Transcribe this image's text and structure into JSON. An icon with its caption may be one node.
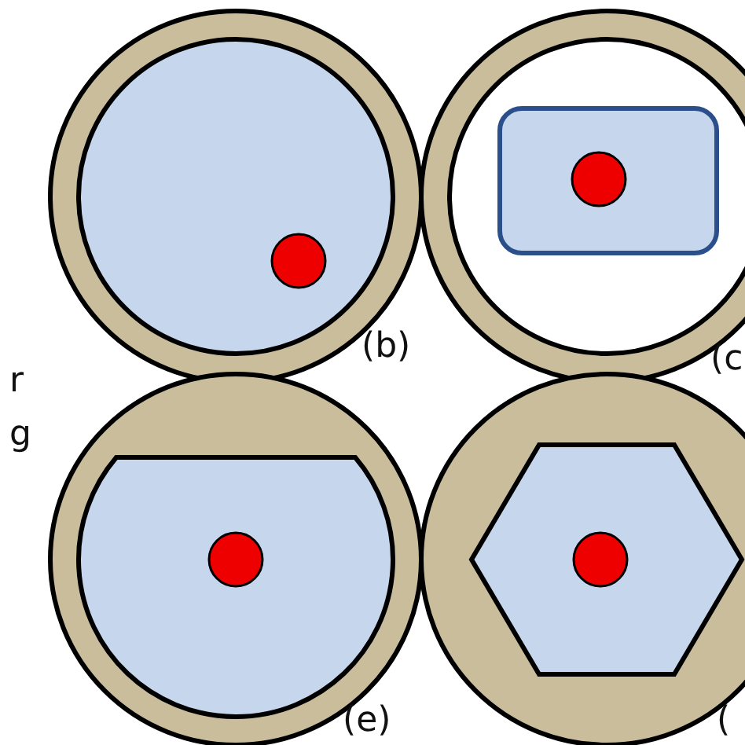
{
  "diagram": {
    "labels": [
      "r",
      "g",
      "(b)",
      "(c",
      "(e)",
      "("
    ]
  }
}
